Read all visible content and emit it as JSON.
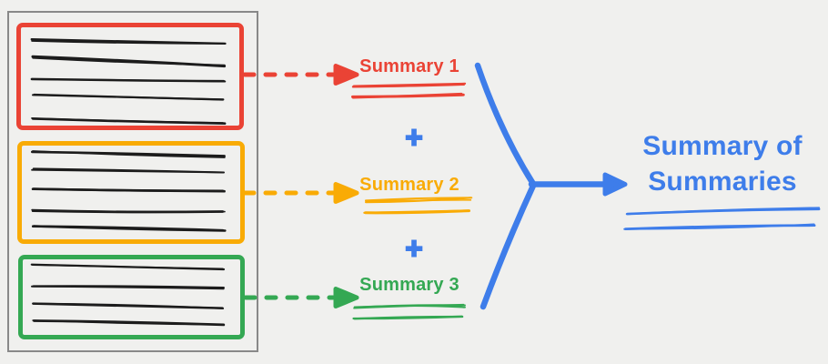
{
  "colors": {
    "background": "#F0F0EE",
    "page_border": "#898989",
    "ink": "#1C1C1C",
    "red": "#EA4335",
    "yellow": "#F9AB05",
    "green": "#34A853",
    "blue": "#3E7DEA"
  },
  "source_documents": [
    {
      "name": "document 1",
      "outline_color_key": "red",
      "text_line_count": 5
    },
    {
      "name": "document 2",
      "outline_color_key": "yellow",
      "text_line_count": 5
    },
    {
      "name": "document 3",
      "outline_color_key": "green",
      "text_line_count": 4
    }
  ],
  "summaries": [
    {
      "label": "Summary 1",
      "color_key": "red"
    },
    {
      "label": "Summary 2",
      "color_key": "yellow"
    },
    {
      "label": "Summary 3",
      "color_key": "green"
    }
  ],
  "plus_sign": "+",
  "final_summary": {
    "label": "Summary of Summaries",
    "color_key": "blue"
  }
}
